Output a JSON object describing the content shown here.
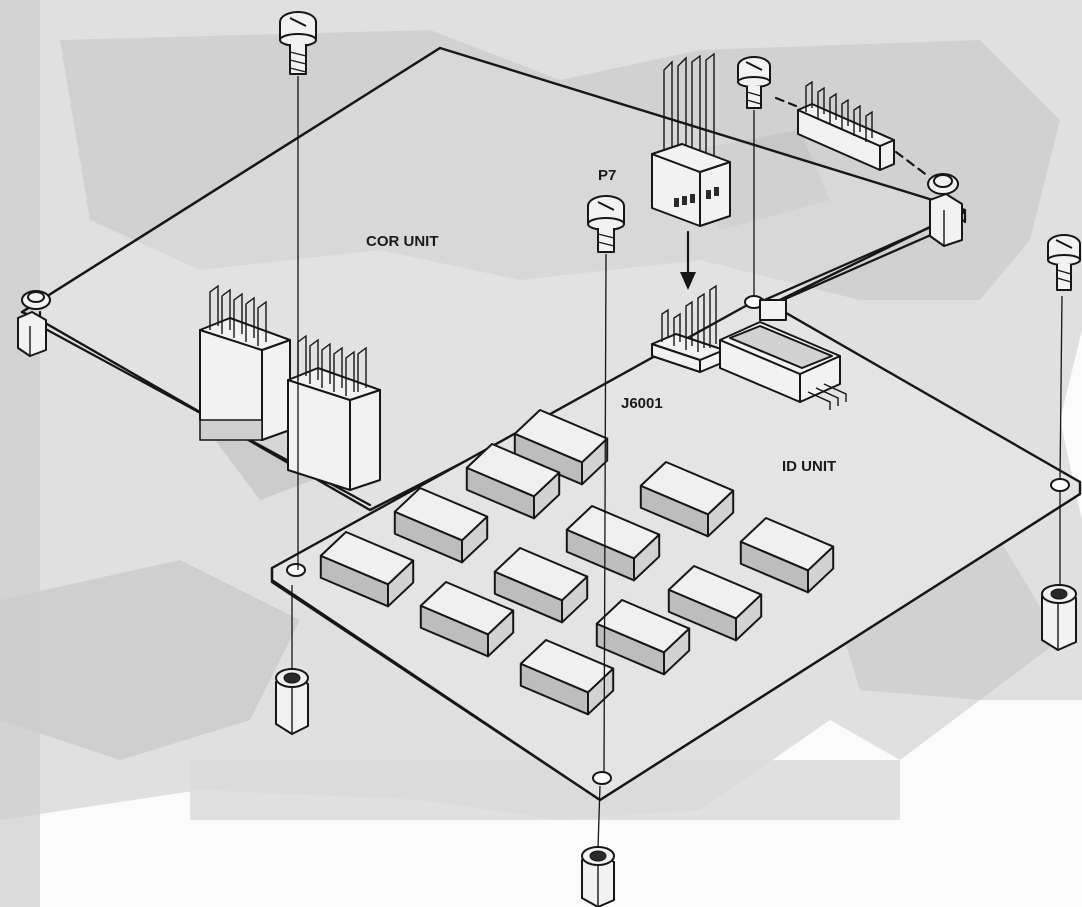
{
  "labels": {
    "cor_unit": "COR UNIT",
    "id_unit": "ID UNIT",
    "p7": "P7",
    "j6001": "J6001"
  },
  "colors": {
    "ink": "#161616",
    "background": "#fbfbfb",
    "board": "#e4e4e4",
    "grime": "#cfcfcf"
  },
  "icons": {
    "screw": "screw-icon",
    "standoff": "hex-standoff-icon",
    "connector": "ribbon-connector-icon",
    "chip": "ic-chip-icon"
  }
}
